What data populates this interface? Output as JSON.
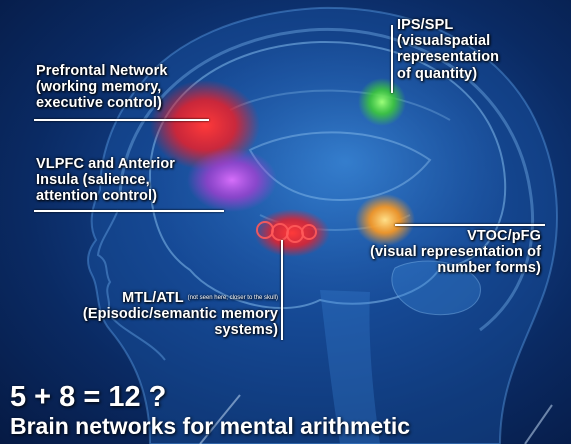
{
  "labels": {
    "prefrontal": [
      "Prefrontal Network",
      "(working memory,",
      "executive control)"
    ],
    "ips": [
      "IPS/SPL",
      "(visualspatial",
      "representation",
      "of quantity)"
    ],
    "vlpfc": [
      "VLPFC and Anterior",
      "Insula (salience,",
      "attention control)"
    ],
    "vtoc": [
      "VTOC/pFG",
      "(visual representation of",
      "number forms)"
    ],
    "mtl_title": "MTL/ATL",
    "mtl_note": "(not seen here; closer to the skull)",
    "mtl": [
      "(Episodic/semantic memory",
      "systems)"
    ]
  },
  "equation": "5 + 8 = 12 ?",
  "title": "Brain networks for mental arithmetic",
  "colors": {
    "prefrontal": "#e8202a",
    "ips": "#3fcf35",
    "vlpfc": "#b33cd6",
    "vtoc": "#ff9a1f",
    "mtl": "#ff2a2a"
  }
}
